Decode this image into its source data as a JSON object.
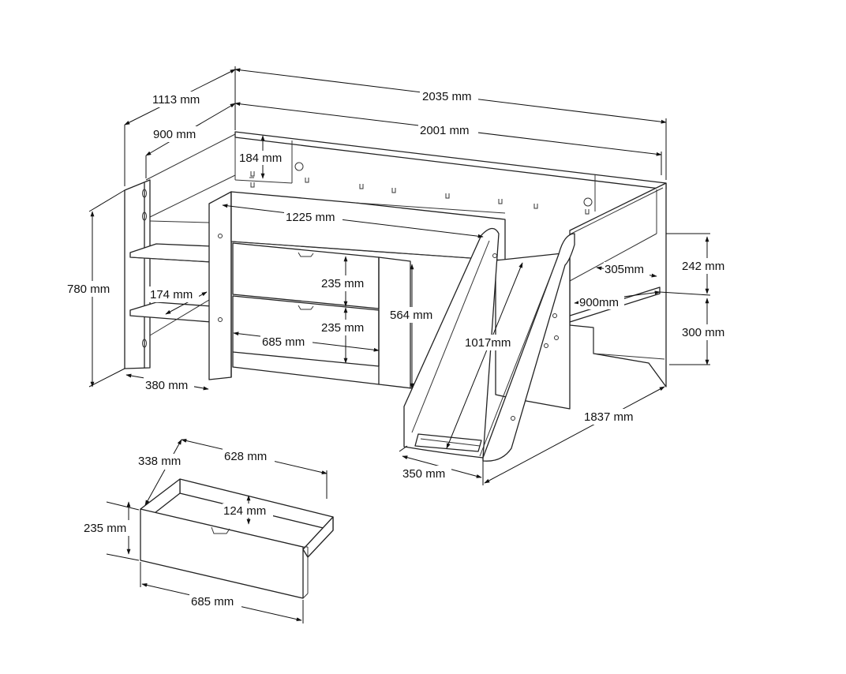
{
  "figure": "bed-dimension-drawing",
  "colors": {
    "line": "#222222",
    "background": "#ffffff"
  },
  "dimensions": {
    "outer_depth": "1113 mm",
    "outer_length": "2035 mm",
    "inner_depth": "900 mm",
    "inner_length": "2001 mm",
    "guard_height": "184 mm",
    "shelf_unit_length": "1225 mm",
    "total_height": "780 mm",
    "drawer_height_top": "235 mm",
    "drawer_height_bottom": "235 mm",
    "cabinet_height": "564 mm",
    "shelf_spacing": "174 mm",
    "drawer_width": "685 mm",
    "ladder_width": "380 mm",
    "slide_length": "1017mm",
    "right_inner_width": "305mm",
    "right_guard_height": "242 mm",
    "right_shelf_depth": "900mm",
    "right_under_height": "300 mm",
    "slide_projection": "1837 mm",
    "slide_width": "350 mm"
  },
  "drawer_detail": {
    "depth": "338 mm",
    "length": "628 mm",
    "inner_height": "124 mm",
    "height": "235 mm",
    "front_width": "685 mm"
  }
}
